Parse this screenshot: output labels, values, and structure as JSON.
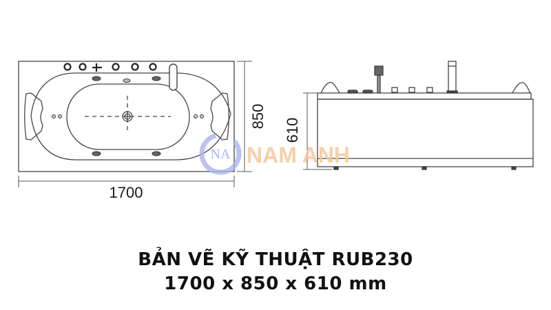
{
  "drawing": {
    "top_view": {
      "width_label": "1700",
      "depth_label": "850"
    },
    "side_view": {
      "height_label": "610"
    },
    "watermark": {
      "logo_letters": "NA",
      "brand": "NAM ANH",
      "logo_color": "#a9b4ee",
      "brand_color": "#f6c89a"
    },
    "line_color": "#333333"
  },
  "caption": {
    "title": "BẢN VẼ KỸ THUẬT RUB230",
    "dimensions": "1700 x 850 x 610 mm"
  }
}
